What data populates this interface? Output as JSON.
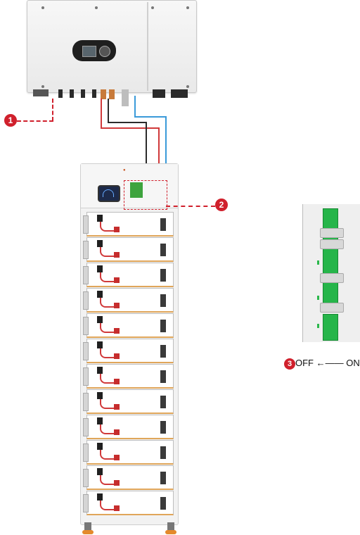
{
  "callouts": {
    "one": "1",
    "two": "2",
    "three": "3"
  },
  "switch_label": {
    "off": "OFF",
    "arrow": "←——",
    "on": "ON"
  },
  "colors": {
    "callout": "#d0202c",
    "positive_cable": "#d0393a",
    "negative_cable": "#2b2b2b",
    "comm_cable": "#3a9ad9",
    "switch_green": "#26b54a"
  },
  "modules_count_visible": 12
}
